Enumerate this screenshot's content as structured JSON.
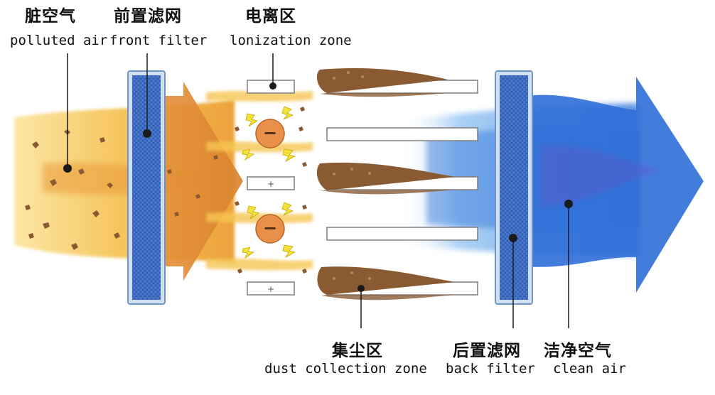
{
  "labels": {
    "polluted_air": {
      "zh": "脏空气",
      "en": "polluted air"
    },
    "front_filter": {
      "zh": "前置滤网",
      "en": "front filter"
    },
    "ionization_zone": {
      "zh": "电离区",
      "en": "lonization zone"
    },
    "dust_collection_zone": {
      "zh": "集尘区",
      "en": "dust collection zone"
    },
    "back_filter": {
      "zh": "后置滤网",
      "en": "back filter"
    },
    "clean_air": {
      "zh": "洁净空气",
      "en": "clean air"
    }
  },
  "symbols": {
    "negative": "−",
    "positive": "+"
  },
  "colors": {
    "polluted": "#f2b33a",
    "polluted_core": "#e07a1f",
    "filter_blue": "#2f5fb8",
    "filter_frame": "#8aa9d8",
    "clean_blue": "#2f7de0",
    "clean_dark": "#1f3f9a",
    "ion_orange": "#e8904a",
    "spark_yellow": "#f4e23a",
    "dust_brown": "#8a5a33"
  }
}
